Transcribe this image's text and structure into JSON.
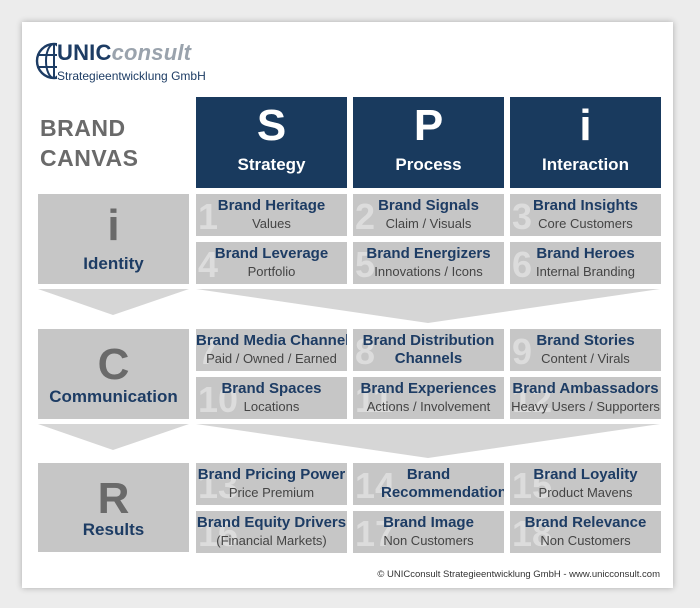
{
  "logo": {
    "brand_bold": "UNIC",
    "brand_italic": "consult",
    "subtitle": "Strategieentwicklung GmbH"
  },
  "title": {
    "line1": "BRAND",
    "line2": "CANVAS"
  },
  "columns": [
    {
      "letter": "S",
      "label": "Strategy"
    },
    {
      "letter": "P",
      "label": "Process"
    },
    {
      "letter": "i",
      "label": "Interaction"
    }
  ],
  "rows": [
    {
      "letter": "i",
      "label": "Identity"
    },
    {
      "letter": "C",
      "label": "Communication"
    },
    {
      "letter": "R",
      "label": "Results"
    }
  ],
  "cells": [
    {
      "num": "1",
      "title": "Brand Heritage",
      "sub": "Values"
    },
    {
      "num": "2",
      "title": "Brand Signals",
      "sub": "Claim / Visuals"
    },
    {
      "num": "3",
      "title": "Brand Insights",
      "sub": "Core Customers"
    },
    {
      "num": "4",
      "title": "Brand Leverage",
      "sub": "Portfolio"
    },
    {
      "num": "5",
      "title": "Brand Energizers",
      "sub": "Innovations  / Icons"
    },
    {
      "num": "6",
      "title": "Brand Heroes",
      "sub": "Internal Branding"
    },
    {
      "num": "7",
      "title": "Brand Media Channels",
      "sub": "Paid / Owned / Earned"
    },
    {
      "num": "8",
      "title": "Brand Distribution Channels",
      "sub": ""
    },
    {
      "num": "9",
      "title": "Brand Stories",
      "sub": "Content / Virals"
    },
    {
      "num": "10",
      "title": "Brand Spaces",
      "sub": "Locations"
    },
    {
      "num": "11",
      "title": "Brand Experiences",
      "sub": "Actions / Involvement"
    },
    {
      "num": "12",
      "title": "Brand Ambassadors",
      "sub": "Heavy Users / Supporters"
    },
    {
      "num": "13",
      "title": "Brand Pricing Power",
      "sub": "Price Premium"
    },
    {
      "num": "14",
      "title": "Brand Recommendations",
      "sub": ""
    },
    {
      "num": "15",
      "title": "Brand Loyality",
      "sub": "Product Mavens"
    },
    {
      "num": "16",
      "title": "Brand Equity Drivers",
      "sub": "(Financial Markets)"
    },
    {
      "num": "17",
      "title": "Brand Image",
      "sub": "Non Customers"
    },
    {
      "num": "18",
      "title": "Brand Relevance",
      "sub": "Non Customers"
    }
  ],
  "copyright": "© UNICconsult Strategieentwicklung GmbH - www.unicconsult.com",
  "colors": {
    "header": "#193a5e",
    "cell": "#c6c6c6",
    "arrow": "#d6d6d6",
    "text_dark": "#1d3c64"
  }
}
